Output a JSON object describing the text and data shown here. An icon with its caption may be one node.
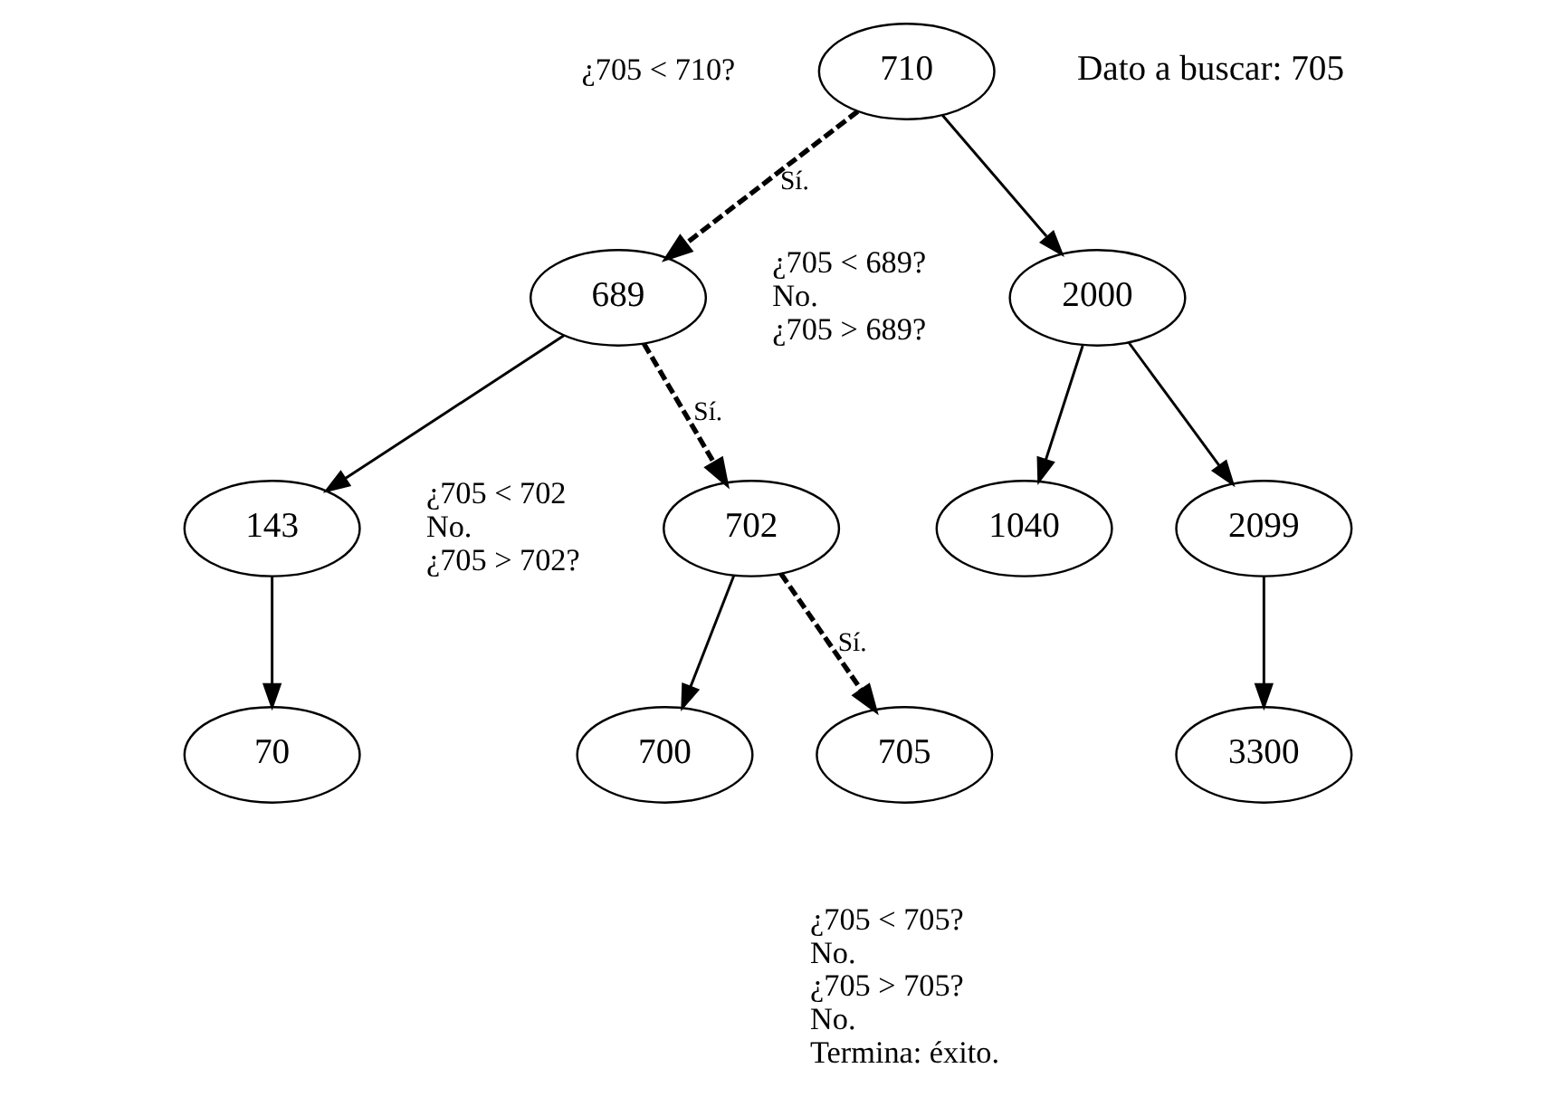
{
  "diagram": {
    "nodes": [
      {
        "text": [
          "710"
        ],
        "beside": [
          "¿705 < 710?"
        ]
      },
      {
        "text": [
          "689"
        ],
        "beside": [
          "¿705 < 689? No. ¿705 > 689?"
        ]
      },
      {
        "text": [
          "2000"
        ]
      },
      {
        "text": [
          "143"
        ]
      },
      {
        "text": [
          "702"
        ],
        "beside": [
          "¿705 < 702 No. ¿705 > 702?"
        ]
      },
      {
        "text": [
          "1040"
        ]
      },
      {
        "text": [
          "2099"
        ]
      },
      {
        "text": [
          "70"
        ]
      },
      {
        "text": [
          "700"
        ]
      },
      {
        "text": [
          "705"
        ],
        "beside": [
          "¿705 < 705? No. ¿705 > 705? No. Termina: éxito."
        ]
      },
      {
        "text": [
          "3300"
        ]
      }
    ],
    "edges": [
      {
        "from": 0,
        "to": 1,
        "arrow": "to",
        "label": "Sí.",
        "style": "dashed"
      },
      {
        "from": 0,
        "to": 2,
        "arrow": "to"
      },
      {
        "from": 1,
        "to": 3,
        "arrow": "to"
      },
      {
        "from": 1,
        "to": 4,
        "arrow": "to",
        "label": "Sí.",
        "style": "dashed"
      },
      {
        "from": 2,
        "to": 5,
        "arrow": "to"
      },
      {
        "from": 2,
        "to": 6,
        "arrow": "to"
      },
      {
        "from": 3,
        "to": 7,
        "arrow": "to"
      },
      {
        "from": 4,
        "to": 8,
        "arrow": "to"
      },
      {
        "from": 4,
        "to": 9,
        "arrow": "to",
        "label": "Sí.",
        "style": "dashed"
      },
      {
        "from": 6,
        "to": 10,
        "arrow": "to"
      }
    ],
    "labels": [
      "Dato a buscar: 705"
    ]
  }
}
